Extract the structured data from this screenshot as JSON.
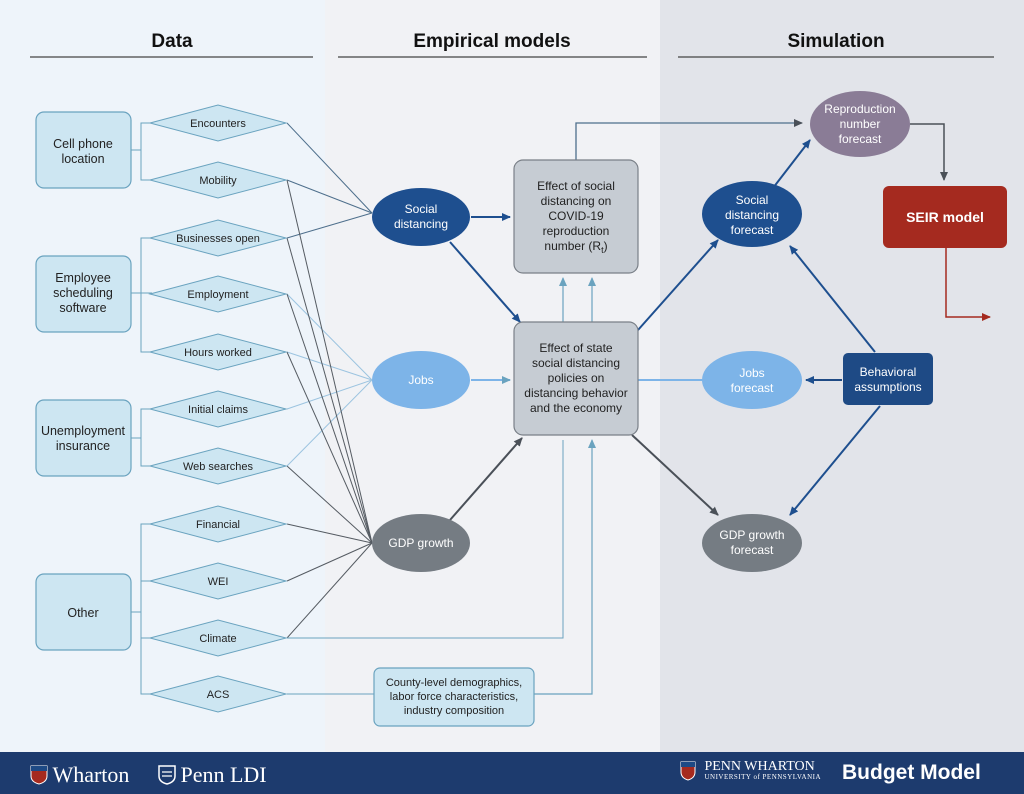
{
  "headers": {
    "data": "Data",
    "empirical": "Empirical models",
    "simulation": "Simulation"
  },
  "sources": [
    {
      "id": "cell",
      "lines": [
        "Cell phone",
        "location"
      ]
    },
    {
      "id": "employee",
      "lines": [
        "Employee",
        "scheduling",
        "software"
      ]
    },
    {
      "id": "unemployment",
      "lines": [
        "Unemployment",
        "insurance"
      ]
    },
    {
      "id": "other",
      "lines": [
        "Other"
      ]
    }
  ],
  "indicators": [
    {
      "id": "encounters",
      "label": "Encounters"
    },
    {
      "id": "mobility",
      "label": "Mobility"
    },
    {
      "id": "businesses",
      "label": "Businesses open"
    },
    {
      "id": "employment",
      "label": "Employment"
    },
    {
      "id": "hours",
      "label": "Hours worked"
    },
    {
      "id": "claims",
      "label": "Initial claims"
    },
    {
      "id": "websearch",
      "label": "Web searches"
    },
    {
      "id": "financial",
      "label": "Financial"
    },
    {
      "id": "wei",
      "label": "WEI"
    },
    {
      "id": "climate",
      "label": "Climate"
    },
    {
      "id": "acs",
      "label": "ACS"
    }
  ],
  "empirical": {
    "social": [
      "Social",
      "distancing"
    ],
    "jobs": [
      "Jobs"
    ],
    "gdp": [
      "GDP growth"
    ],
    "effect_r": [
      "Effect of social",
      "distancing on",
      "COVID-19",
      "reproduction",
      "number (R",
      ")"
    ],
    "effect_r_subscript": "t",
    "effect_state": [
      "Effect of state",
      "social distancing",
      "policies on",
      "distancing behavior",
      "and the economy"
    ],
    "county": [
      "County-level demographics,",
      "labor force characteristics,",
      "industry composition"
    ]
  },
  "simulation": {
    "repro": [
      "Reproduction",
      "number",
      "forecast"
    ],
    "social_fc": [
      "Social",
      "distancing",
      "forecast"
    ],
    "jobs_fc": [
      "Jobs",
      "forecast"
    ],
    "gdp_fc": [
      "GDP growth",
      "forecast"
    ],
    "behavioral": [
      "Behavioral",
      "assumptions"
    ],
    "seir": "SEIR model"
  },
  "footer": {
    "wharton": "Wharton",
    "penn_ldi": "Penn LDI",
    "pwbm_line1": "PENN WHARTON",
    "pwbm_line2": "UNIVERSITY of PENNSYLVANIA",
    "budget_model": "Budget Model"
  },
  "colors": {
    "source_fill": "#cde6f2",
    "source_stroke": "#6aa3bf",
    "social_fill": "#1e4f8f",
    "jobs_fill": "#7db4e8",
    "gdp_fill": "#757c83",
    "model_box_fill": "#c6ccd3",
    "repro_fill": "#8a7c96",
    "behavioral_fill": "#1e4a85",
    "seir_fill": "#a52a1f",
    "footer_bg": "#1d3b6e"
  }
}
